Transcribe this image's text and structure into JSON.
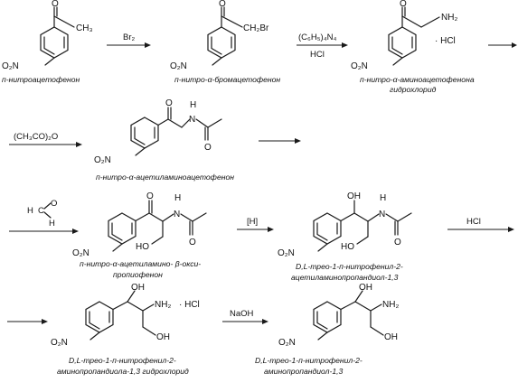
{
  "compounds": {
    "c1": {
      "name1": "п-нитроацетофенон",
      "no2": "O₂N",
      "o": "O",
      "ch3": "CH₃"
    },
    "c2": {
      "name1": "п-нитро-α-бромацетофенон",
      "no2": "O₂N",
      "o": "O",
      "ch2br": "CH₂Br"
    },
    "c3": {
      "name1": "п-нитро-α-аминоацетофенона",
      "name2": "гидрохлорид",
      "no2": "O₂N",
      "o": "O",
      "nh2": "NH₂",
      "hcl": "· HCl"
    },
    "c4": {
      "name1": "п-нитро-α-ацетиламиноацетофенон",
      "no2": "O₂N",
      "o": "O",
      "nh": "H",
      "n": "N",
      "o2": "O"
    },
    "c5": {
      "name1": "п-нитро-α-ацетиламино- β-окси-",
      "name2": "пропиофенон",
      "no2": "O₂N",
      "o": "O",
      "nh": "H",
      "n": "N",
      "o2": "O",
      "oh": "HO"
    },
    "c6": {
      "name1": "D,L-трео-1-п-нитрофенил-2-",
      "name2": "ацетиламинопропандиол-1,3",
      "no2": "O₂N",
      "oh1": "OH",
      "nh": "H",
      "n": "N",
      "o2": "O",
      "oh2": "HO"
    },
    "c7": {
      "name1": "D,L-трео-1-п-нитрофенил-2-",
      "name2": "аминопропандиола-1,3 гидрохлорид",
      "no2": "O₂N",
      "oh1": "OH",
      "nh2": "NH₂",
      "hcl": "· HCl",
      "oh2": "OH"
    },
    "c8": {
      "name1": "D,L-трео-1-п-нитрофенил-2-",
      "name2": "аминопропандиол-1,3",
      "no2": "O₂N",
      "oh1": "OH",
      "nh2": "NH₂",
      "oh2": "OH"
    }
  },
  "reagents": {
    "r1": "Br₂",
    "r2a": "(C₆H₅)₄N₄",
    "r2b": "HCl",
    "r3": "(CH₃CO)₂O",
    "r4h": "H",
    "r4c": "C",
    "r4o": "O",
    "r4h2": "H",
    "r5": "[H]",
    "r6": "HCl",
    "r7": "NaOH"
  }
}
